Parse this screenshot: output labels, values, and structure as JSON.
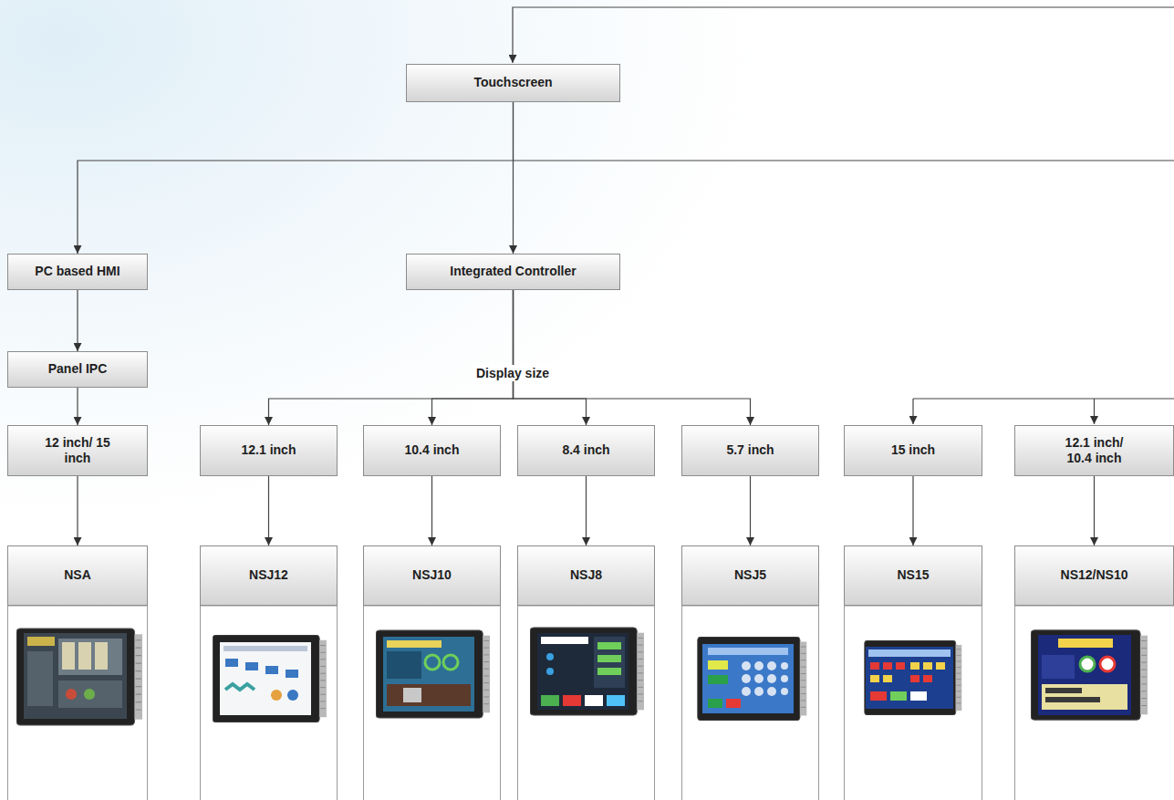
{
  "diagram": {
    "nodes": [
      {
        "text": [
          "Touchscreen"
        ]
      },
      {
        "text": [
          "PC based HMI"
        ]
      },
      {
        "text": [
          "Integrated Controller"
        ]
      },
      {
        "text": [
          "Panel IPC"
        ]
      },
      {
        "text": [
          "12 inch/ 15 inch"
        ]
      },
      {
        "text": [
          "12.1 inch"
        ]
      },
      {
        "text": [
          "10.4 inch"
        ]
      },
      {
        "text": [
          "8.4 inch"
        ]
      },
      {
        "text": [
          "5.7 inch"
        ]
      },
      {
        "text": [
          "15 inch"
        ]
      },
      {
        "text": [
          "12.1 inch/ 10.4 inch"
        ]
      },
      {
        "text": [
          "NSA"
        ]
      },
      {
        "text": [
          "NSJ12"
        ]
      },
      {
        "text": [
          "NSJ10"
        ]
      },
      {
        "text": [
          "NSJ8"
        ]
      },
      {
        "text": [
          "NSJ5"
        ]
      },
      {
        "text": [
          "NS15"
        ]
      },
      {
        "text": [
          "NS12/NS10"
        ]
      }
    ],
    "edges": [
      {
        "from": 0,
        "to": 1,
        "arrow": "to"
      },
      {
        "from": 0,
        "to": 2,
        "arrow": "to"
      },
      {
        "from": 1,
        "to": 3,
        "arrow": "to"
      },
      {
        "from": 3,
        "to": 4,
        "arrow": "to"
      },
      {
        "from": 4,
        "to": 11,
        "arrow": "to"
      },
      {
        "from": 2,
        "to": 5,
        "arrow": "to"
      },
      {
        "from": 2,
        "to": 6,
        "arrow": "to"
      },
      {
        "from": 2,
        "to": 7,
        "arrow": "to"
      },
      {
        "from": 2,
        "to": 8,
        "arrow": "to"
      },
      {
        "from": 5,
        "to": 12,
        "arrow": "to"
      },
      {
        "from": 6,
        "to": 13,
        "arrow": "to"
      },
      {
        "from": 7,
        "to": 14,
        "arrow": "to"
      },
      {
        "from": 8,
        "to": 15,
        "arrow": "to"
      },
      {
        "from": 9,
        "to": 16,
        "arrow": "to"
      },
      {
        "from": 10,
        "to": 17,
        "arrow": "to"
      }
    ],
    "labels": [
      "Display size"
    ]
  }
}
